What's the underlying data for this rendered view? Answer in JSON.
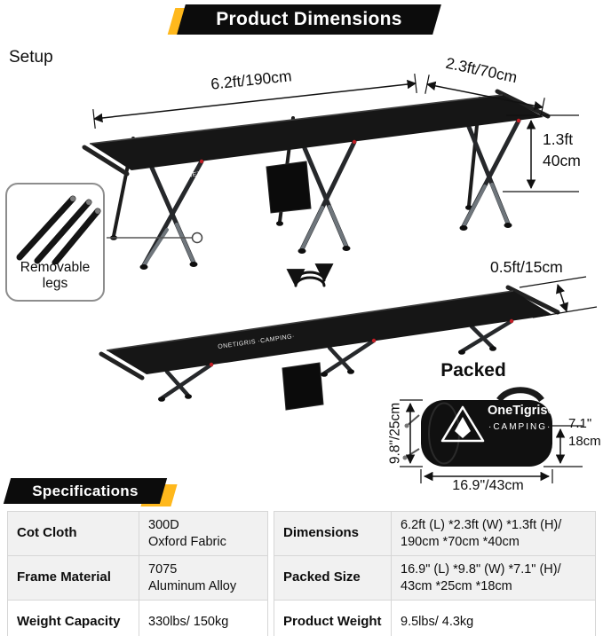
{
  "banner": {
    "title": "Product Dimensions"
  },
  "setup": {
    "label": "Setup"
  },
  "cot": {
    "length": "6.2ft/190cm",
    "width": "2.3ft/70cm",
    "height": "1.3ft\n40cm",
    "low_height": "0.5ft/15cm",
    "removable_legs_label": "Removable legs",
    "fabric_print": "ONETIGRIS ·CAMPING·"
  },
  "packed": {
    "title": "Packed",
    "brand": "OneTigris®",
    "brand_sub": "·CAMPING·",
    "bag_height": "9.8\"/25cm",
    "bag_depth": "7.1\"\n18cm",
    "bag_length": "16.9\"/43cm"
  },
  "specs": {
    "title": "Specifications",
    "left": [
      {
        "label": "Cot Cloth",
        "value": "300D\nOxford Fabric"
      },
      {
        "label": "Frame Material",
        "value": "7075\nAluminum Alloy"
      },
      {
        "label": "Weight Capacity",
        "value": "330lbs/ 150kg"
      }
    ],
    "right": [
      {
        "label": "Dimensions",
        "value": "6.2ft (L) *2.3ft (W) *1.3ft (H)/\n190cm *70cm *40cm"
      },
      {
        "label": "Packed Size",
        "value": "16.9\" (L) *9.8\" (W) *7.1\" (H)/\n43cm *25cm *18cm"
      },
      {
        "label": "Product Weight",
        "value": "9.5lbs/ 4.3kg"
      }
    ]
  },
  "colors": {
    "accent": "#ffb81c",
    "ink": "#0d0d0d"
  }
}
